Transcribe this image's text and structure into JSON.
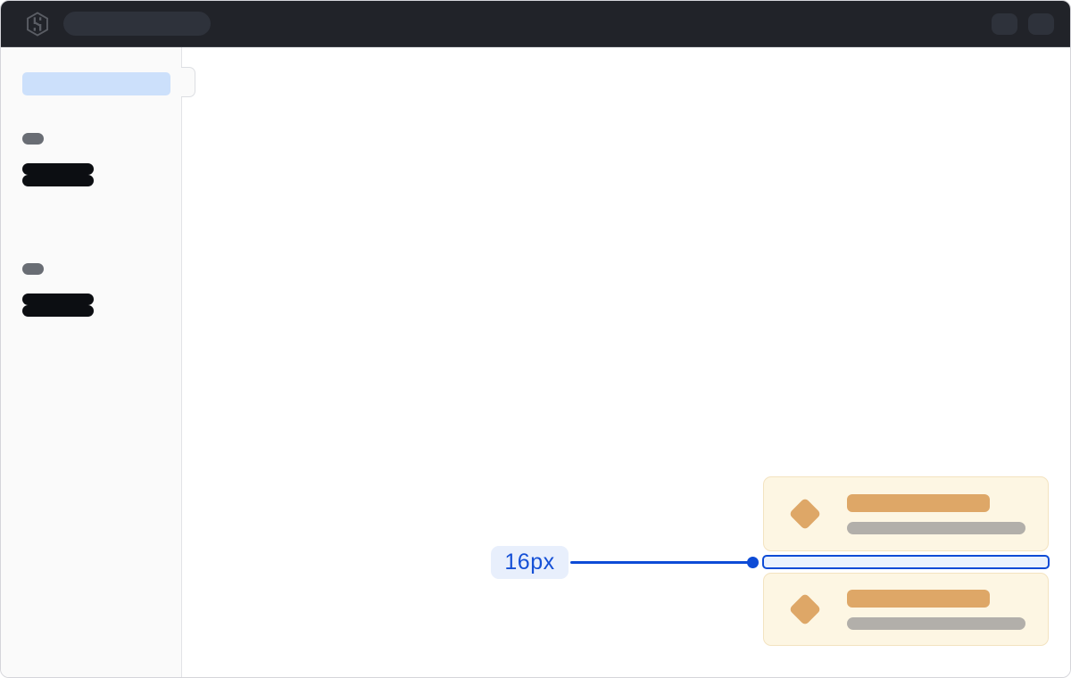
{
  "annotation": {
    "label": "16px"
  },
  "icons": {
    "logo": "hashicorp-logo",
    "card_icon": "diamond"
  },
  "structure": {
    "header": "dark top nav with logo, search placeholder pill, two action chips",
    "sidebar": {
      "active_item": "selected nav skeleton (light blue)",
      "groups": [
        {
          "section_label": "skeleton",
          "links": 2
        },
        {
          "section_label": "skeleton",
          "links": 2
        }
      ],
      "collapse_tab": "rounded handle on sidebar edge"
    },
    "main": {
      "cards": 2,
      "card_contents": [
        "diamond icon",
        "title skeleton bar",
        "subtitle skeleton bar"
      ],
      "spacing_callout": "16px gap highlighted between the two cards"
    }
  },
  "colors": {
    "window_border": "#d5d5da",
    "header_bg": "#212329",
    "header_edge": "#3c3f46",
    "header_pill": "#2e323b",
    "logo_gray": "#5a5d64",
    "sidebar_bg": "#fafafa",
    "sidebar_border": "#e2e3e6",
    "tab_border": "#dcdee2",
    "active_item": "#cce0fb",
    "section_pill": "#696d74",
    "link_pill": "#0c0e12",
    "card_bg": "#fdf6e3",
    "card_border": "#f3e3c0",
    "tan": "#dea767",
    "gray_bar": "#b2afaa",
    "accent": "#0d4bd6",
    "accent_text": "#1550d6",
    "gap_fill": "#eaf1fd",
    "label_bg": "#e8effc"
  }
}
